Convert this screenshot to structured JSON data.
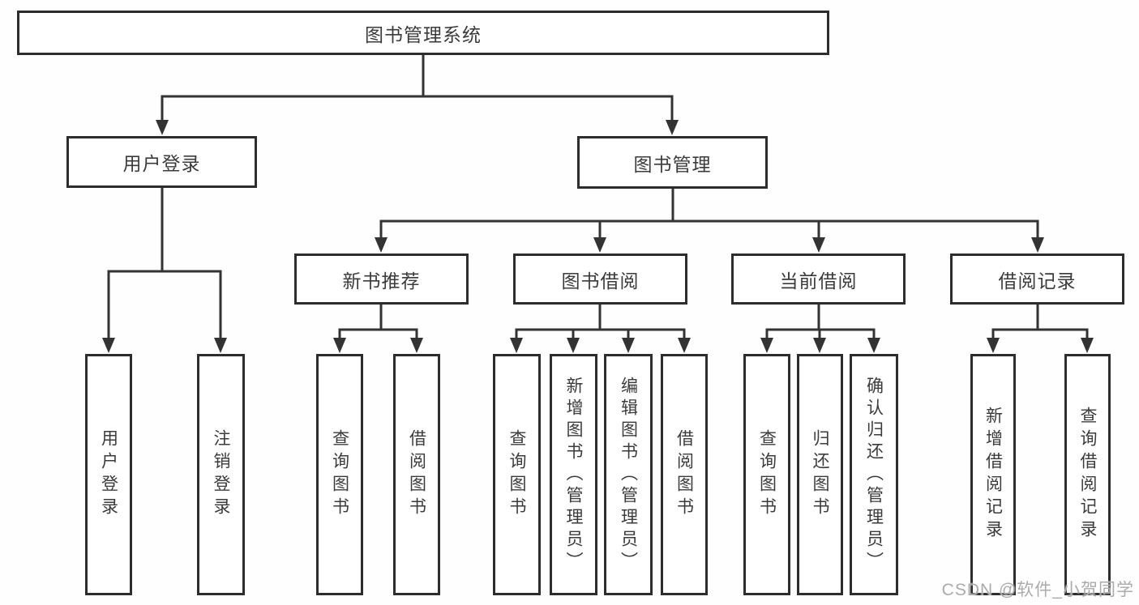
{
  "title": "图书管理系统",
  "tree": {
    "label": "图书管理系统",
    "children": [
      {
        "label": "用户登录",
        "children": [
          {
            "label": "用户登录"
          },
          {
            "label": "注销登录"
          }
        ]
      },
      {
        "label": "图书管理",
        "children": [
          {
            "label": "新书推荐",
            "children": [
              {
                "label": "查询图书"
              },
              {
                "label": "借阅图书"
              }
            ]
          },
          {
            "label": "图书借阅",
            "children": [
              {
                "label": "查询图书"
              },
              {
                "label": "新增图书（管理员）"
              },
              {
                "label": "编辑图书（管理员）"
              },
              {
                "label": "借阅图书"
              }
            ]
          },
          {
            "label": "当前借阅",
            "children": [
              {
                "label": "查询图书"
              },
              {
                "label": "归还图书"
              },
              {
                "label": "确认归还（管理员）"
              }
            ]
          },
          {
            "label": "借阅记录",
            "children": [
              {
                "label": "新增借阅记录"
              },
              {
                "label": "查询借阅记录"
              }
            ]
          }
        ]
      }
    ]
  },
  "watermark": {
    "text": "CSDN @软件_小贺同学"
  },
  "colors": {
    "line": "#333333",
    "border": "#2d2d2d",
    "text": "#3b3b3b",
    "watermark": "#ababab",
    "background": "#ffffff"
  }
}
